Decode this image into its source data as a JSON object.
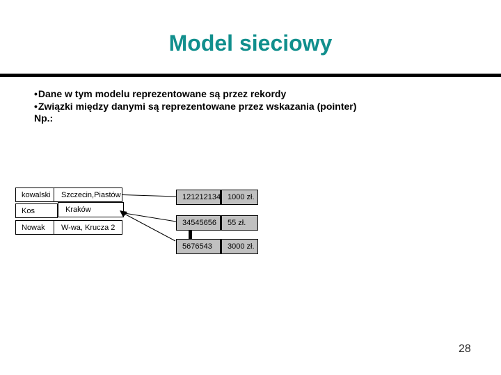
{
  "slide": {
    "title": "Model sieciowy",
    "page_number": "28"
  },
  "content": {
    "bullet_char": "•",
    "bullets": [
      "Dane w tym modelu reprezentowane są przez rekordy",
      "Związki między danymi są reprezentowane przez wskazania (pointer)"
    ],
    "example_label": "Np.:"
  },
  "diagram": {
    "person_rows": [
      {
        "name": "kowalski",
        "address": "Szczecin,Piastów"
      },
      {
        "name": "Kos",
        "address": "Kraków"
      },
      {
        "name": "Nowak",
        "address": "W-wa, Krucza 2"
      }
    ],
    "account_records": [
      {
        "number": "121212134",
        "amount": "1000 zł."
      },
      {
        "number": "34545656",
        "amount": "55 zł."
      },
      {
        "number": "5676543",
        "amount": "3000 zł."
      }
    ]
  },
  "colors": {
    "title_teal": "#118F8D",
    "record_fill": "#C0C0C0",
    "line_black": "#000000"
  }
}
